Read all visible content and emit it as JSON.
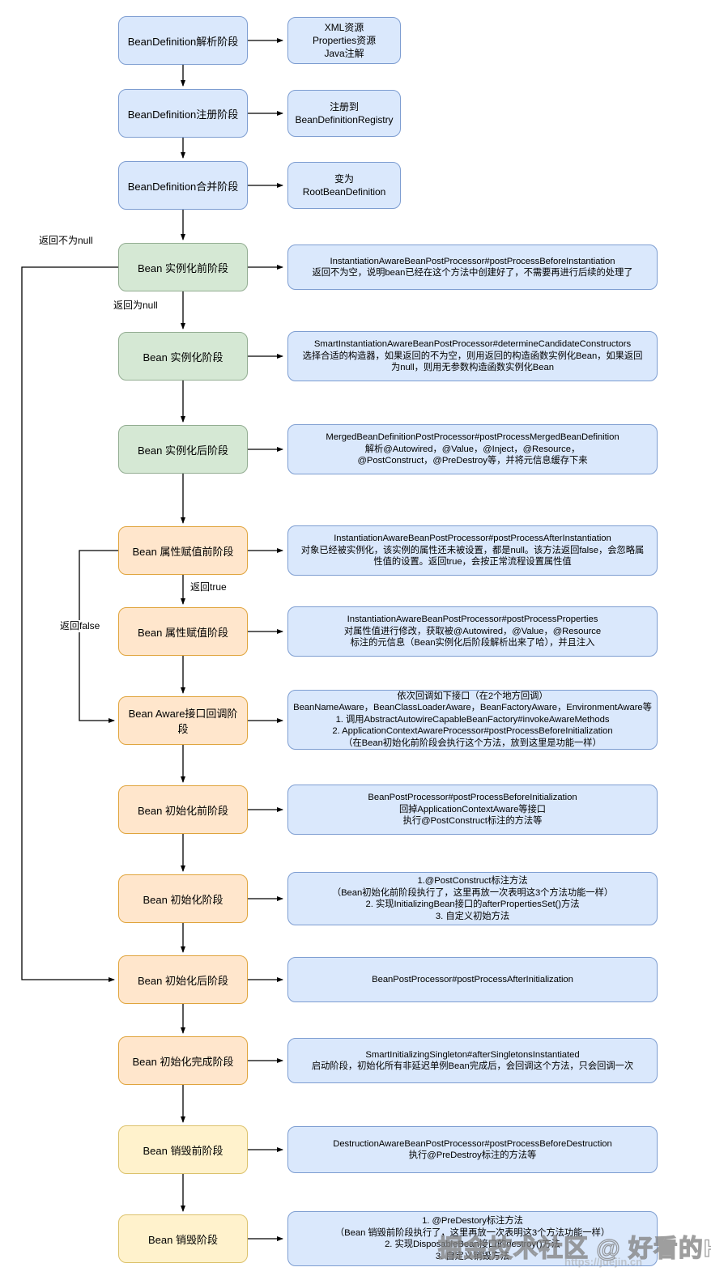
{
  "rows": [
    {
      "stage": "BeanDefinition解析阶段",
      "color": "blue",
      "detail": "XML资源\nProperties资源\nJava注解"
    },
    {
      "stage": "BeanDefinition注册阶段",
      "color": "blue",
      "detail": "注册到\nBeanDefinitionRegistry"
    },
    {
      "stage": "BeanDefinition合并阶段",
      "color": "blue",
      "detail": "变为\nRootBeanDefinition"
    },
    {
      "stage": "Bean 实例化前阶段",
      "color": "green",
      "detail": "InstantiationAwareBeanPostProcessor#postProcessBeforeInstantiation\n返回不为空，说明bean已经在这个方法中创建好了，不需要再进行后续的处理了"
    },
    {
      "stage": "Bean 实例化阶段",
      "color": "green",
      "detail": "SmartInstantiationAwareBeanPostProcessor#determineCandidateConstructors\n选择合适的构造器，如果返回的不为空，则用返回的构造函数实例化Bean，如果返回\n为null，则用无参数构造函数实例化Bean"
    },
    {
      "stage": "Bean 实例化后阶段",
      "color": "green",
      "detail": "MergedBeanDefinitionPostProcessor#postProcessMergedBeanDefinition\n解析@Autowired，@Value，@Inject，@Resource，\n@PostConstruct，@PreDestroy等，并将元信息缓存下来"
    },
    {
      "stage": "Bean 属性赋值前阶段",
      "color": "orange",
      "detail": "InstantiationAwareBeanPostProcessor#postProcessAfterInstantiation\n对象已经被实例化，该实例的属性还未被设置，都是null。该方法返回false，会忽略属\n性值的设置。返回true，会按正常流程设置属性值"
    },
    {
      "stage": "Bean 属性赋值阶段",
      "color": "orange",
      "detail": "InstantiationAwareBeanPostProcessor#postProcessProperties\n对属性值进行修改，获取被@Autowired，@Value，@Resource\n标注的元信息（Bean实例化后阶段解析出来了哈），并且注入"
    },
    {
      "stage": "Bean Aware接口回调阶段",
      "color": "orange",
      "detail": "依次回调如下接口（在2个地方回调）\nBeanNameAware，BeanClassLoaderAware，BeanFactoryAware，EnvironmentAware等\n1. 调用AbstractAutowireCapableBeanFactory#invokeAwareMethods\n2. ApplicationContextAwareProcessor#postProcessBeforeInitialization\n（在Bean初始化前阶段会执行这个方法，放到这里是功能一样）"
    },
    {
      "stage": "Bean 初始化前阶段",
      "color": "orange",
      "detail": "BeanPostProcessor#postProcessBeforeInitialization\n回掉ApplicationContextAware等接口\n执行@PostConstruct标注的方法等"
    },
    {
      "stage": "Bean 初始化阶段",
      "color": "orange",
      "detail": "1.@PostConstruct标注方法\n（Bean初始化前阶段执行了，这里再放一次表明这3个方法功能一样）\n2. 实现InitializingBean接口的afterPropertiesSet()方法\n3. 自定义初始方法"
    },
    {
      "stage": "Bean 初始化后阶段",
      "color": "orange",
      "detail": "BeanPostProcessor#postProcessAfterInitialization"
    },
    {
      "stage": "Bean 初始化完成阶段",
      "color": "orange",
      "detail": "SmartInitializingSingleton#afterSingletonsInstantiated\n启动阶段，初始化所有非延迟单例Bean完成后，会回调这个方法，只会回调一次"
    },
    {
      "stage": "Bean 销毁前阶段",
      "color": "yellow",
      "detail": "DestructionAwareBeanPostProcessor#postProcessBeforeDestruction\n执行@PreDestroy标注的方法等"
    },
    {
      "stage": "Bean 销毁阶段",
      "color": "yellow",
      "detail": "1. @PreDestory标注方法\n（Bean 销毁前阶段执行了，这里再放一次表明这3个方法功能一样）\n2. 实现DisposableBean接口的destroy()方法\n3. 自定义销毁方法"
    }
  ],
  "edge_labels": {
    "return_not_null": "返回不为null",
    "return_null": "返回为null",
    "return_true": "返回true",
    "return_false": "返回false"
  },
  "watermark": {
    "text": "掘金技术社区 @ 好看的HK",
    "url": "https://juejin.cn"
  },
  "palette": {
    "blue_fill": "#dae8fc",
    "blue_stroke": "#6c8ebf",
    "green_fill": "#d5e8d4",
    "green_stroke": "#82b366",
    "orange_fill": "#ffe6cc",
    "orange_stroke": "#d79b00",
    "yellow_fill": "#fff2cc",
    "yellow_stroke": "#d6b656",
    "line": "#000000"
  }
}
